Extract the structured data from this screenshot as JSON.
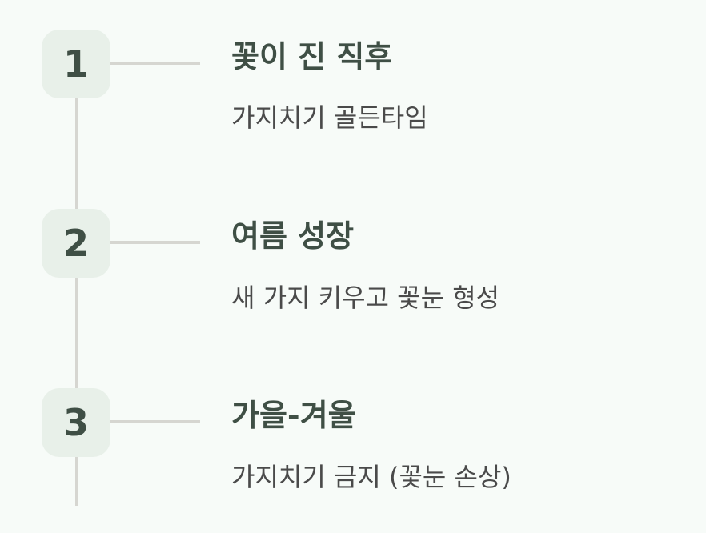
{
  "steps": [
    {
      "number": "1",
      "title": "꽃이 진 직후",
      "description": "가지치기 골든타임"
    },
    {
      "number": "2",
      "title": "여름 성장",
      "description": "새 가지 키우고 꽃눈 형성"
    },
    {
      "number": "3",
      "title": "가을-겨울",
      "description": "가지치기 금지 (꽃눈 손상)"
    }
  ],
  "colors": {
    "background": "#f7fbf8",
    "badge_fill": "#e8f0e9",
    "accent_text": "#3f4f45",
    "line": "#d6d6d1",
    "body_text": "#4a4a4a"
  }
}
